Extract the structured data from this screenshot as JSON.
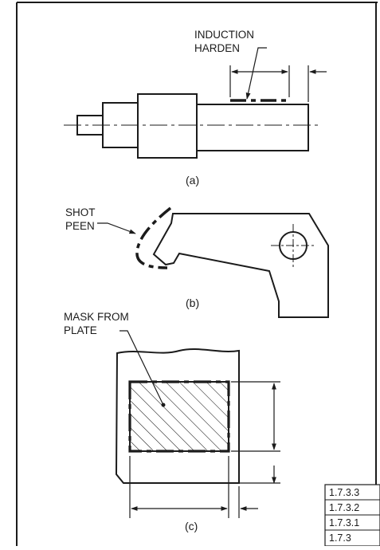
{
  "figure_a": {
    "callout_line1": "INDUCTION",
    "callout_line2": "HARDEN",
    "caption": "(a)"
  },
  "figure_b": {
    "callout_line1": "SHOT",
    "callout_line2": "PEEN",
    "caption": "(b)"
  },
  "figure_c": {
    "callout_line1": "MASK FROM",
    "callout_line2": "PLATE",
    "caption": "(c)"
  },
  "section_table": {
    "rows": [
      "1.7.3.3",
      "1.7.3.2",
      "1.7.3.1",
      "1.7.3"
    ]
  }
}
